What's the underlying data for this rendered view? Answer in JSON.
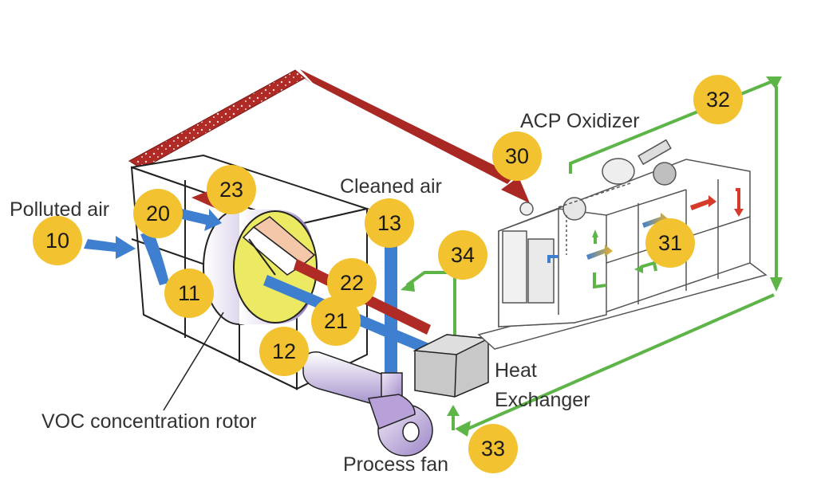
{
  "labels": {
    "polluted_air": "Polluted air",
    "cleaned_air": "Cleaned air",
    "acp_oxidizer": "ACP Oxidizer",
    "heat_exchanger_line1": "Heat",
    "heat_exchanger_line2": "Exchanger",
    "voc_rotor": "VOC concentration rotor",
    "process_fan": "Process fan"
  },
  "badges": [
    "10",
    "11",
    "12",
    "13",
    "20",
    "21",
    "22",
    "23",
    "30",
    "31",
    "32",
    "33",
    "34"
  ],
  "colors": {
    "badge_fill": "#f2c230",
    "red_duct": "#b02a26",
    "blue_flow": "#3f7fd0",
    "green_flow": "#5db548",
    "rotor_yellow": "#ecea63",
    "fan_purple": "#b7a1d8",
    "heat_exchanger_gray": "#c8c8c8"
  }
}
